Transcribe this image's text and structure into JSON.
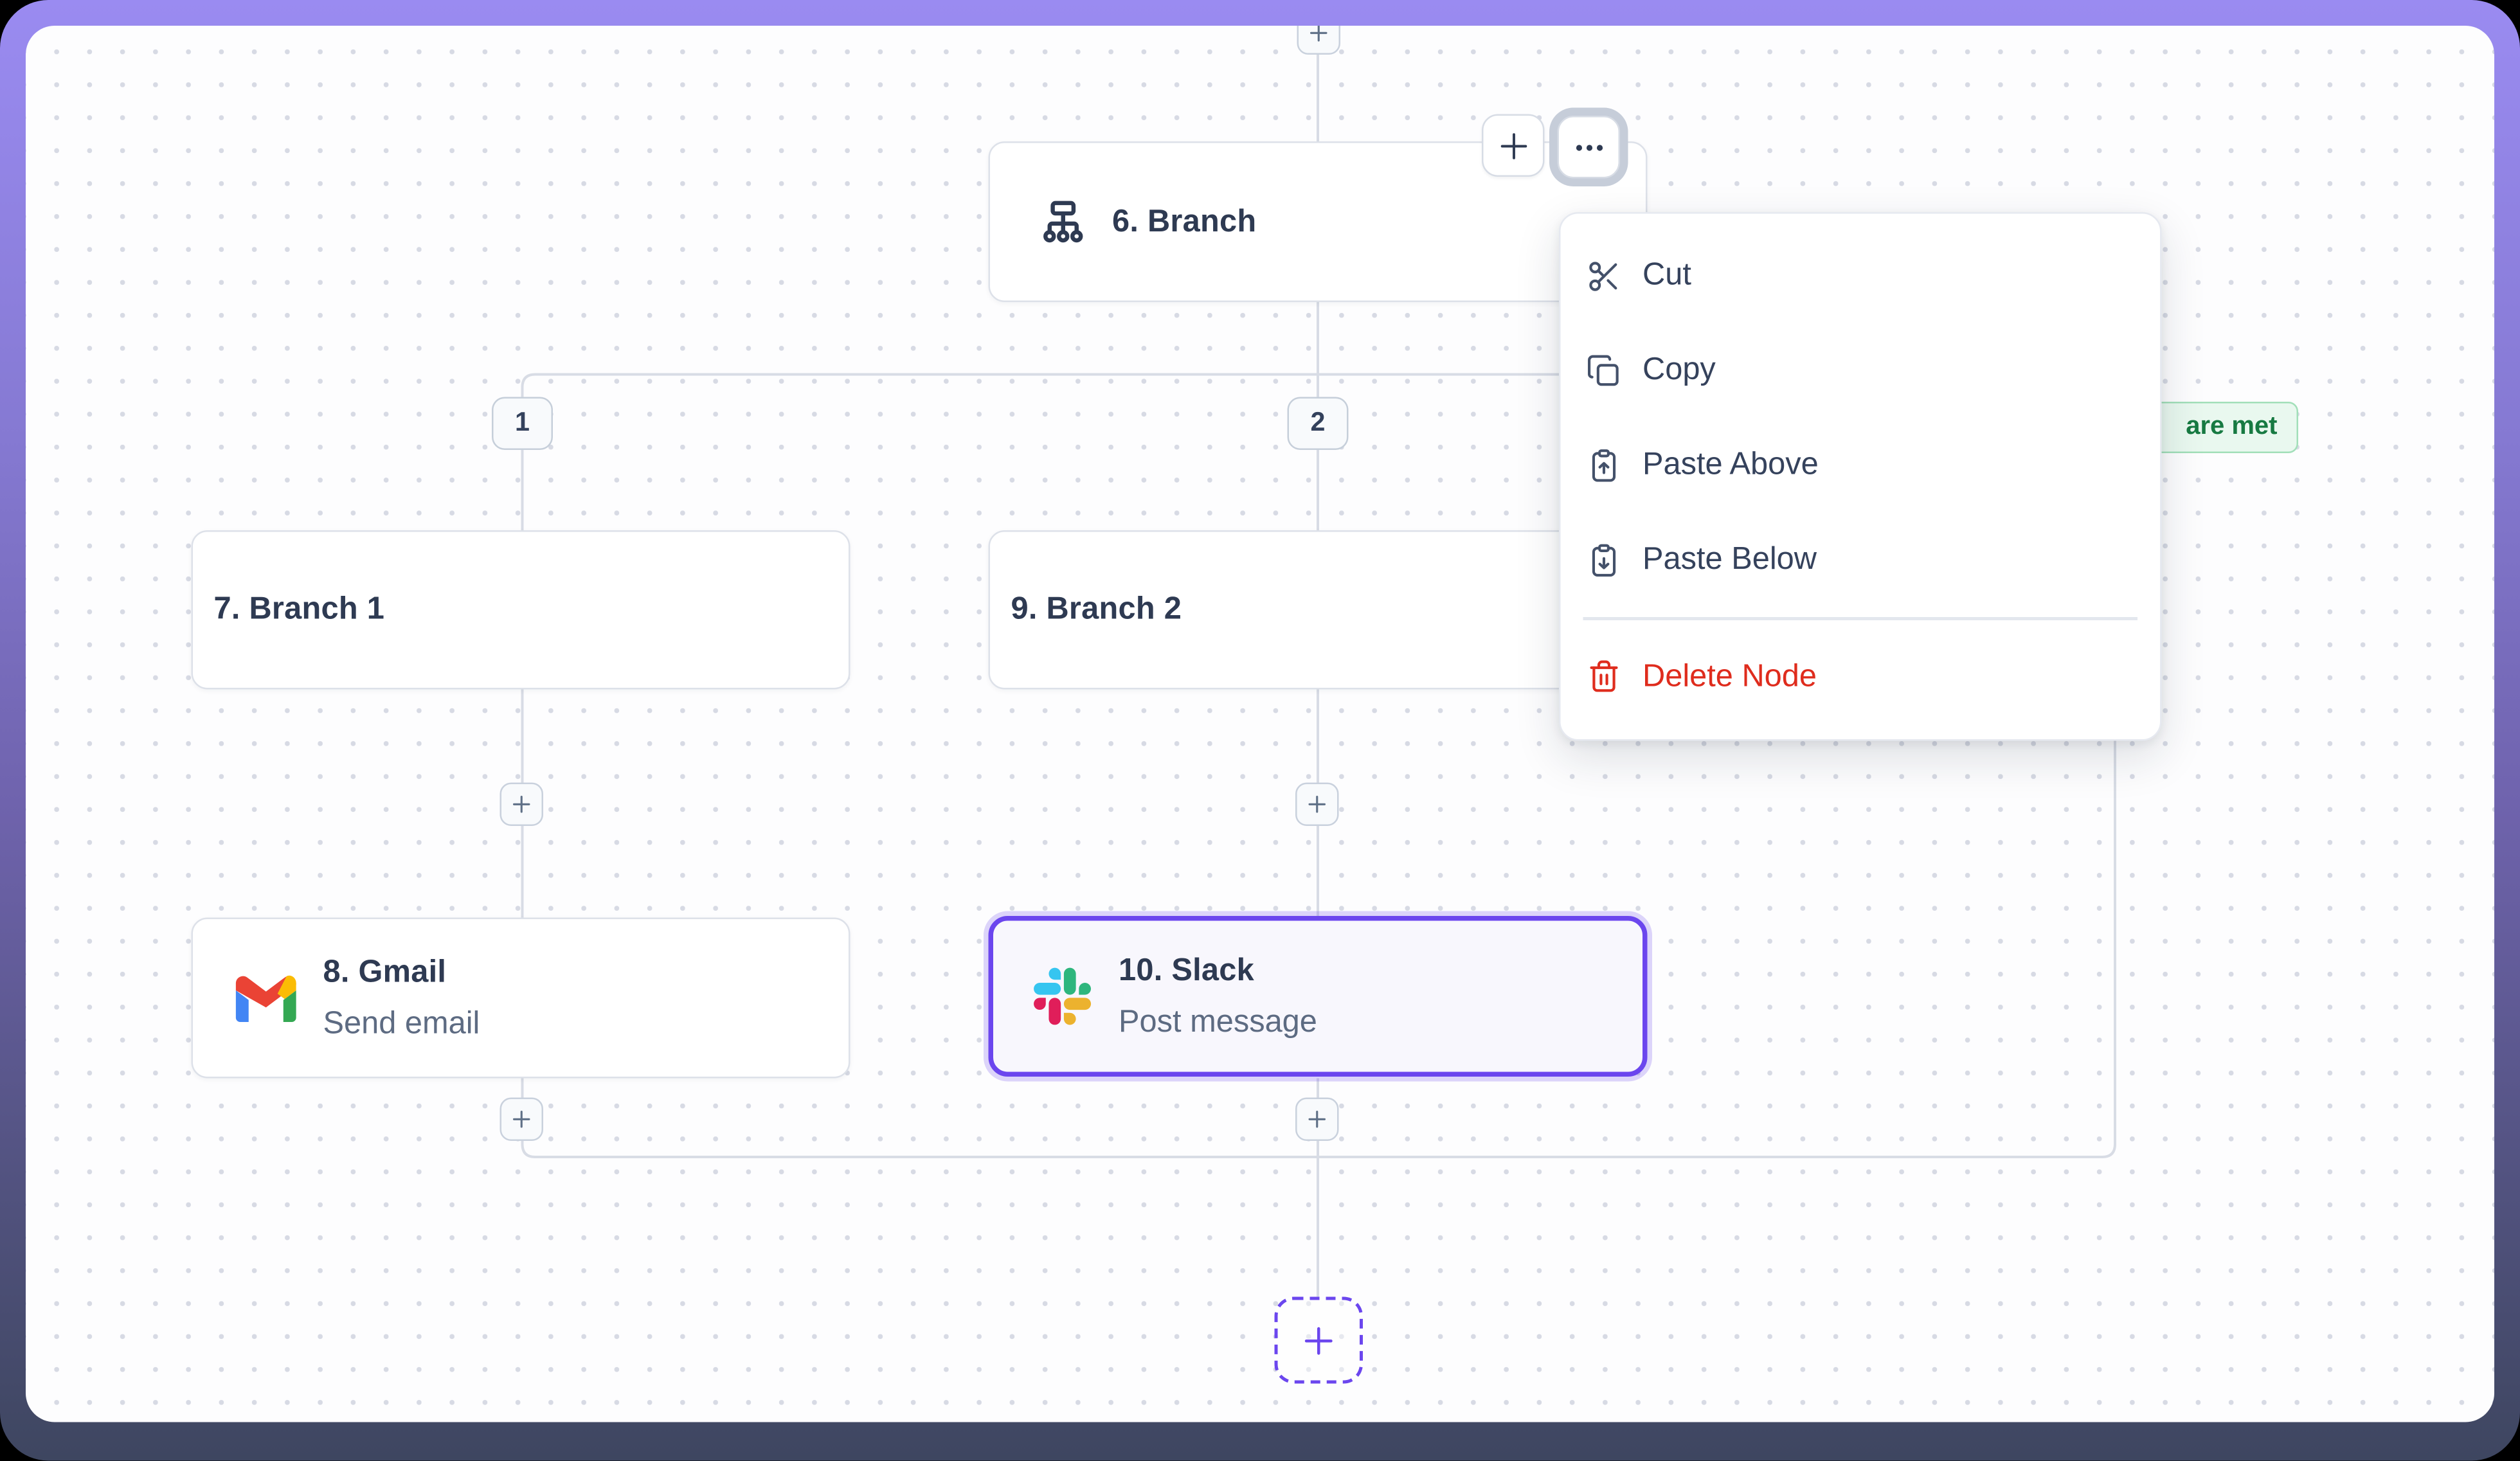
{
  "colors": {
    "frame_purple": "#9a8bf1",
    "frame_navy": "#3e4660",
    "selection_purple": "#6b46ee",
    "danger_red": "#df2c1d",
    "chip_green_text": "#177a42",
    "chip_green_bg": "#e9f8ef",
    "wire_gray": "#d8dce5",
    "title_navy": "#2e3a52",
    "subtitle_gray": "#5d6b82"
  },
  "workflow": {
    "branch_node": {
      "title": "6. Branch",
      "icon": "branch-icon"
    },
    "condition_chip": {
      "label": "are met"
    },
    "branches": [
      {
        "badge": "1",
        "node": {
          "title": "7. Branch 1"
        },
        "child": {
          "title": "8. Gmail",
          "subtitle": "Send email",
          "icon": "gmail-icon"
        }
      },
      {
        "badge": "2",
        "node": {
          "title": "9. Branch 2"
        },
        "child": {
          "title": "10. Slack",
          "subtitle": "Post message",
          "icon": "slack-icon",
          "selected": true
        }
      }
    ]
  },
  "toolbar": {
    "add_button_icon": "plus-icon",
    "more_button_icon": "ellipsis-icon"
  },
  "context_menu": {
    "items": [
      {
        "label": "Cut",
        "icon": "scissors-icon"
      },
      {
        "label": "Copy",
        "icon": "copy-icon"
      },
      {
        "label": "Paste Above",
        "icon": "clipboard-arrow-up-icon"
      },
      {
        "label": "Paste Below",
        "icon": "clipboard-arrow-down-icon"
      }
    ],
    "danger_item": {
      "label": "Delete Node",
      "icon": "trash-icon"
    }
  },
  "connector_plus_count": 5,
  "gmail_colors": {
    "blue": "#4285F4",
    "green": "#34A853",
    "red": "#EA4335",
    "yellow": "#FBBC04"
  },
  "slack_colors": {
    "blue": "#36C5F0",
    "green": "#2EB67D",
    "red": "#E01E5A",
    "yellow": "#ECB22E"
  }
}
